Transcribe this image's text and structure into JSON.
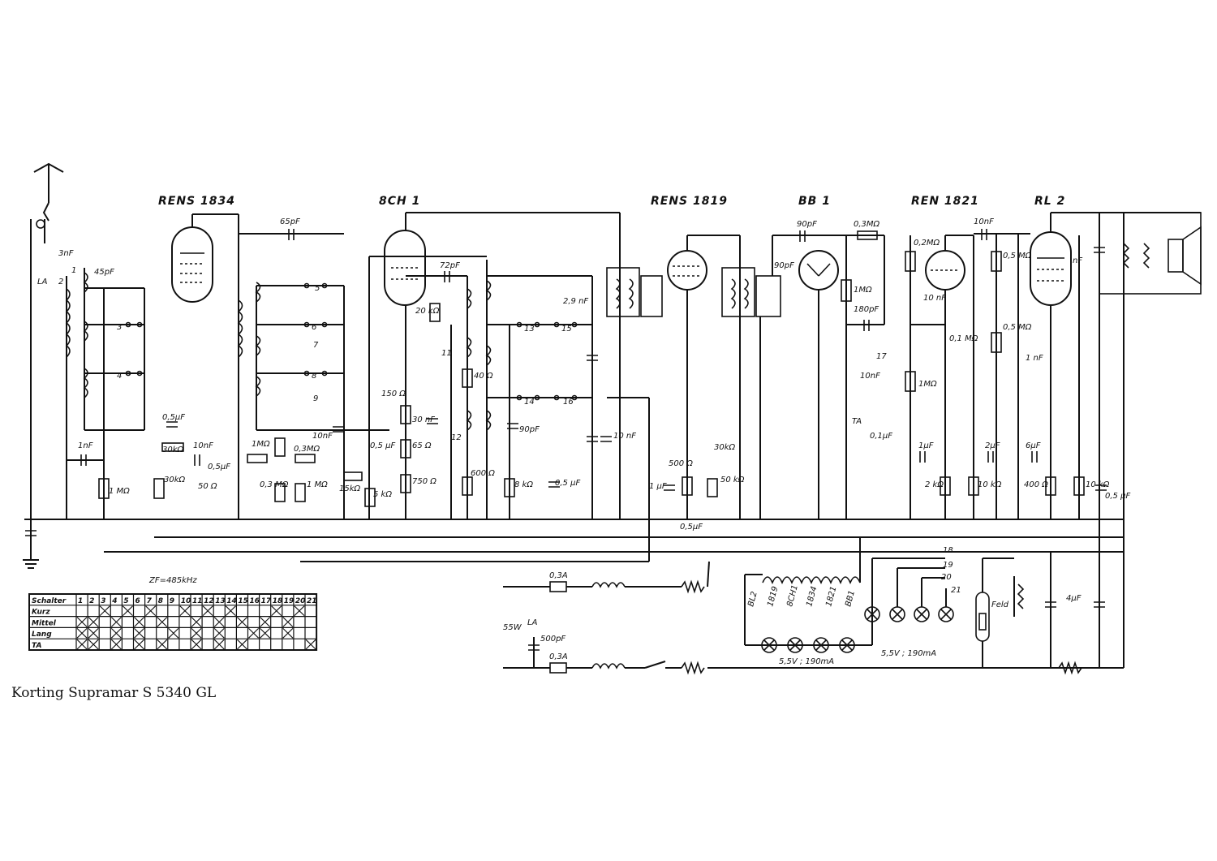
{
  "title": "Korting Supramar S 5340 GL",
  "tubes": [
    "RENS 1834",
    "8CH 1",
    "RENS 1819",
    "BB 1",
    "REN 1821",
    "RL 2"
  ],
  "antenna_labels": [
    "LA",
    "1",
    "2",
    "3nF",
    "45pF"
  ],
  "components": {
    "rens1834": [
      "65pF",
      "0,5µF",
      "10nF",
      "30kΩ",
      "30kΩ",
      "1nF",
      "1 MΩ",
      "50 Ω",
      "0,5µF",
      "1MΩ",
      "0,3MΩ",
      "0,3 MΩ",
      "1 MΩ",
      "10nF",
      "15kΩ",
      "5 kΩ",
      "0,5 µF"
    ],
    "bch1": [
      "72pF",
      "20 kΩ",
      "150 Ω",
      "30 nF",
      "65 Ω",
      "750 Ω",
      "40 Ω",
      "600 Ω",
      "11",
      "12",
      "2,9 nF",
      "90pF",
      "8 kΩ",
      "0,5 µF",
      "10 nF"
    ],
    "rens1819": [
      "500 Ω",
      "30kΩ",
      "1 µF",
      "50 kΩ",
      "0,5µF"
    ],
    "bb1": [
      "90pF",
      "0,3MΩ",
      "90pF",
      "1MΩ",
      "180pF"
    ],
    "ren1821": [
      "0,2MΩ",
      "10 nF",
      "1MΩ",
      "10nF",
      "TA",
      "0,1µF",
      "1µF",
      "2 kΩ",
      "0,1 MΩ",
      "17"
    ],
    "rl2": [
      "10nF",
      "0,5 MΩ",
      "nF",
      "0,5 MΩ",
      "1 nF",
      "2µF",
      "6µF",
      "10 kΩ",
      "400 Ω",
      "10 kΩ",
      "0,5 µF"
    ]
  },
  "switch_numbers": [
    "3",
    "4",
    "5",
    "6",
    "7",
    "8",
    "9",
    "13",
    "14",
    "15",
    "16"
  ],
  "power": {
    "fuse1": "0,3A",
    "fuse2": "0,3A",
    "la": "LA",
    "watt": "55W",
    "cap": "500pF",
    "filament_tubes": [
      "BL2",
      "1819",
      "8CH1",
      "1834",
      "1821",
      "BB1"
    ],
    "lamp_rating_1": "5,5V ; 190mA",
    "lamp_rating_2": "5,5V ; 190mA",
    "switch_pos": [
      "18",
      "19",
      "20",
      "21"
    ],
    "field": "Feld",
    "cap2": "4µF"
  },
  "switch_table": {
    "caption": "ZF=485kHz",
    "columns": [
      "Schalter",
      "1",
      "2",
      "3",
      "4",
      "5",
      "6",
      "7",
      "8",
      "9",
      "10",
      "11",
      "12",
      "13",
      "14",
      "15",
      "16",
      "17",
      "18",
      "19",
      "20",
      "21"
    ],
    "rows": [
      {
        "label": "Kurz",
        "marks": [
          3,
          5,
          7,
          10,
          12,
          14,
          18,
          20
        ]
      },
      {
        "label": "Mittel",
        "marks": [
          1,
          2,
          4,
          6,
          8,
          11,
          13,
          15,
          17,
          19
        ]
      },
      {
        "label": "Lang",
        "marks": [
          1,
          2,
          4,
          6,
          9,
          11,
          13,
          16,
          17,
          19
        ]
      },
      {
        "label": "TA",
        "marks": [
          1,
          2,
          4,
          6,
          8,
          11,
          13,
          15,
          21
        ]
      }
    ]
  }
}
